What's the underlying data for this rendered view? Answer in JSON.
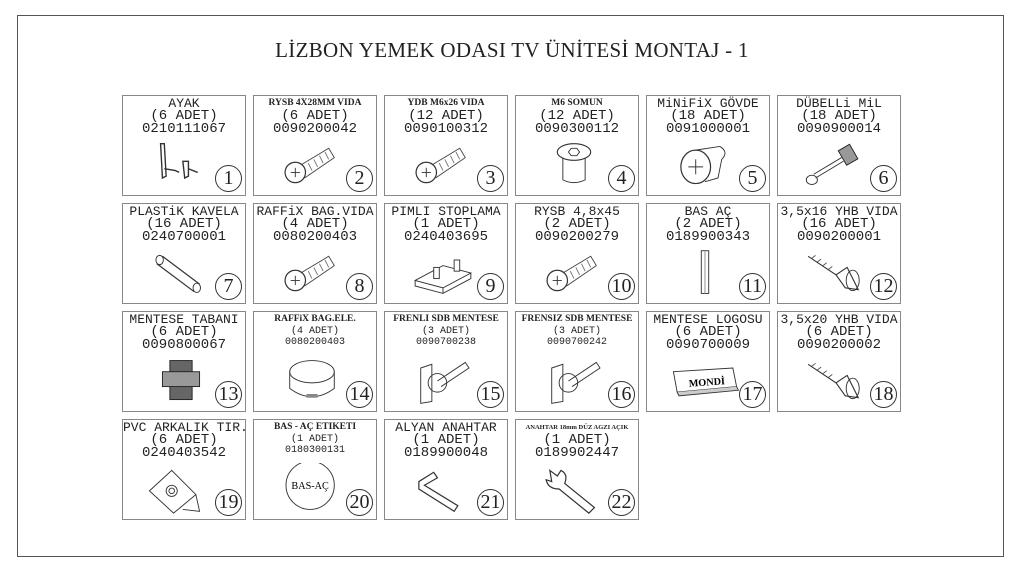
{
  "title": "LİZBON YEMEK ODASI TV ÜNİTESİ MONTAJ - 1",
  "items": [
    {
      "n": "1",
      "name": "AYAK",
      "qty": "(6 ADET)",
      "code": "0210111067",
      "icon": "leg-icon"
    },
    {
      "n": "2",
      "name": "RYSB 4X28MM VIDA",
      "qty": "(6 ADET)",
      "code": "0090200042",
      "icon": "screw-icon",
      "small": "s"
    },
    {
      "n": "3",
      "name": "YDB M6x26 VIDA",
      "qty": "(12 ADET)",
      "code": "0090100312",
      "icon": "screw-icon",
      "small": "s"
    },
    {
      "n": "4",
      "name": "M6 SOMUN",
      "qty": "(12 ADET)",
      "code": "0090300112",
      "icon": "nut-icon",
      "small": "s"
    },
    {
      "n": "5",
      "name": "MiNiFiX GÖVDE",
      "qty": "(18 ADET)",
      "code": "0091000001",
      "icon": "minifix-icon"
    },
    {
      "n": "6",
      "name": "DÜBELLi MiL",
      "qty": "(18 ADET)",
      "code": "0090900014",
      "icon": "dowel-bolt-icon"
    },
    {
      "n": "7",
      "name": "PLASTiK KAVELA",
      "qty": "(16 ADET)",
      "code": "0240700001",
      "icon": "dowel-icon"
    },
    {
      "n": "8",
      "name": "RAFFiX BAG.VIDA",
      "qty": "(4 ADET)",
      "code": "0080200403",
      "icon": "screw-icon"
    },
    {
      "n": "9",
      "name": "PIMLI STOPLAMA",
      "qty": "(1 ADET)",
      "code": "0240403695",
      "icon": "stopper-icon"
    },
    {
      "n": "10",
      "name": "RYSB 4,8x45",
      "qty": "(2 ADET)",
      "code": "0090200279",
      "icon": "screw-icon"
    },
    {
      "n": "11",
      "name": "BAS AÇ",
      "qty": "(2 ADET)",
      "code": "0189900343",
      "icon": "push-open-icon"
    },
    {
      "n": "12",
      "name": "3,5x16 YHB VIDA",
      "qty": "(16 ADET)",
      "code": "0090200001",
      "icon": "wood-screw-icon"
    },
    {
      "n": "13",
      "name": "MENTESE TABANI",
      "qty": "(6 ADET)",
      "code": "0090800067",
      "icon": "hinge-base-icon"
    },
    {
      "n": "14",
      "name": "RAFFiX BAG.ELE.",
      "qty": "(4 ADET)",
      "code": "0080200403",
      "icon": "raffix-icon",
      "small": "s",
      "tiny": true
    },
    {
      "n": "15",
      "name": "FRENLI SDB MENTESE",
      "qty": "(3 ADET)",
      "code": "0090700238",
      "icon": "hinge-icon",
      "small": "s",
      "tiny": true
    },
    {
      "n": "16",
      "name": "FRENSIZ SDB MENTESE",
      "qty": "(3 ADET)",
      "code": "0090700242",
      "icon": "hinge-icon",
      "small": "s",
      "tiny": true
    },
    {
      "n": "17",
      "name": "MENTESE LOGOSU",
      "qty": "(6 ADET)",
      "code": "0090700009",
      "icon": "logo-plate-icon",
      "logo": "MONDİ"
    },
    {
      "n": "18",
      "name": "3,5x20 YHB VIDA",
      "qty": "(6 ADET)",
      "code": "0090200002",
      "icon": "wood-screw-icon"
    },
    {
      "n": "19",
      "name": "PVC ARKALIK TIR.",
      "qty": "(6 ADET)",
      "code": "0240403542",
      "icon": "back-panel-clip-icon"
    },
    {
      "n": "20",
      "name": "BAS - AÇ ETIKETI",
      "qty": "(1 ADET)",
      "code": "0180300131",
      "icon": "label-icon",
      "small": "s",
      "tiny": true,
      "label": "BAS-AÇ"
    },
    {
      "n": "21",
      "name": "ALYAN ANAHTAR",
      "qty": "(1 ADET)",
      "code": "0189900048",
      "icon": "allen-key-icon"
    },
    {
      "n": "22",
      "name": "ANAHTAR 18mm DÜZ AGZI AÇIK",
      "qty": "(1 ADET)",
      "code": "0189902447",
      "icon": "wrench-icon",
      "small": "xs"
    }
  ]
}
